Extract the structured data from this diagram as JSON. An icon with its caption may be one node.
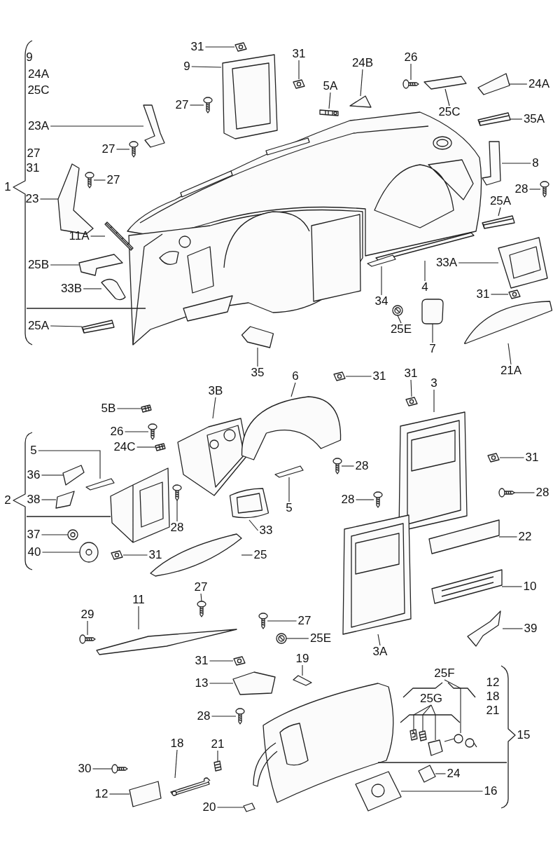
{
  "diagram": {
    "nodes": [
      {
        "text": [
          "31"
        ]
      },
      {
        "text": [
          "9"
        ]
      },
      {
        "text": [
          "27"
        ]
      },
      {
        "text": [
          "31"
        ]
      },
      {
        "text": [
          "5A"
        ]
      },
      {
        "text": [
          "24B"
        ]
      },
      {
        "text": [
          "26"
        ]
      },
      {
        "text": [
          "25C"
        ]
      },
      {
        "text": [
          "24A"
        ]
      },
      {
        "text": [
          "35A"
        ]
      },
      {
        "text": [
          "23A"
        ]
      },
      {
        "text": [
          "27"
        ]
      },
      {
        "text": [
          "27"
        ]
      },
      {
        "text": [
          "8"
        ]
      },
      {
        "text": [
          "28"
        ]
      },
      {
        "text": [
          "23"
        ]
      },
      {
        "text": [
          "25A"
        ]
      },
      {
        "text": [
          "11A"
        ]
      },
      {
        "text": [
          "25B"
        ]
      },
      {
        "text": [
          "33A"
        ]
      },
      {
        "text": [
          "33B"
        ]
      },
      {
        "text": [
          "4"
        ]
      },
      {
        "text": [
          "34"
        ]
      },
      {
        "text": [
          "31"
        ]
      },
      {
        "text": [
          "25E"
        ]
      },
      {
        "text": [
          "7"
        ]
      },
      {
        "text": [
          "25A"
        ]
      },
      {
        "text": [
          "35"
        ]
      },
      {
        "text": [
          "21A"
        ]
      },
      {
        "text": [
          "5B"
        ]
      },
      {
        "text": [
          "3B"
        ]
      },
      {
        "text": [
          "6"
        ]
      },
      {
        "text": [
          "31"
        ]
      },
      {
        "text": [
          "31"
        ]
      },
      {
        "text": [
          "3"
        ]
      },
      {
        "text": [
          "26"
        ]
      },
      {
        "text": [
          "24C"
        ]
      },
      {
        "text": [
          "5"
        ]
      },
      {
        "text": [
          "36"
        ]
      },
      {
        "text": [
          "38"
        ]
      },
      {
        "text": [
          "31"
        ]
      },
      {
        "text": [
          "28"
        ]
      },
      {
        "text": [
          "28"
        ]
      },
      {
        "text": [
          "5"
        ]
      },
      {
        "text": [
          "28"
        ]
      },
      {
        "text": [
          "28"
        ]
      },
      {
        "text": [
          "37"
        ]
      },
      {
        "text": [
          "33"
        ]
      },
      {
        "text": [
          "22"
        ]
      },
      {
        "text": [
          "40"
        ]
      },
      {
        "text": [
          "31"
        ]
      },
      {
        "text": [
          "25"
        ]
      },
      {
        "text": [
          "27"
        ]
      },
      {
        "text": [
          "10"
        ]
      },
      {
        "text": [
          "11"
        ]
      },
      {
        "text": [
          "29"
        ]
      },
      {
        "text": [
          "27"
        ]
      },
      {
        "text": [
          "39"
        ]
      },
      {
        "text": [
          "25E"
        ]
      },
      {
        "text": [
          "3A"
        ]
      },
      {
        "text": [
          "31"
        ]
      },
      {
        "text": [
          "19"
        ]
      },
      {
        "text": [
          "13"
        ]
      },
      {
        "text": [
          "25F"
        ]
      },
      {
        "text": [
          "25G"
        ]
      },
      {
        "text": [
          "28"
        ]
      },
      {
        "text": [
          "18"
        ]
      },
      {
        "text": [
          "21"
        ]
      },
      {
        "text": [
          "30"
        ]
      },
      {
        "text": [
          "24"
        ]
      },
      {
        "text": [
          "12"
        ]
      },
      {
        "text": [
          "16"
        ]
      },
      {
        "text": [
          "20"
        ]
      },
      {
        "text": [],
        "shape": "picture"
      },
      {
        "text": [],
        "shape": "picture"
      },
      {
        "text": [],
        "shape": "picture"
      },
      {
        "text": [],
        "shape": "picture"
      },
      {
        "text": [],
        "shape": "picture"
      },
      {
        "text": [],
        "shape": "picture"
      },
      {
        "text": [],
        "shape": "picture"
      },
      {
        "text": [],
        "shape": "picture"
      },
      {
        "text": [],
        "shape": "picture"
      },
      {
        "text": [],
        "shape": "picture"
      },
      {
        "text": [],
        "shape": "picture"
      },
      {
        "text": [],
        "shape": "picture"
      },
      {
        "text": [],
        "shape": "picture"
      },
      {
        "text": [],
        "shape": "picture"
      },
      {
        "text": [],
        "shape": "picture"
      },
      {
        "text": [],
        "shape": "picture"
      },
      {
        "text": [],
        "shape": "picture"
      },
      {
        "text": [],
        "shape": "picture"
      },
      {
        "text": [],
        "shape": "picture"
      },
      {
        "text": [],
        "shape": "picture"
      },
      {
        "text": [],
        "shape": "picture"
      },
      {
        "text": [],
        "shape": "picture"
      },
      {
        "text": [],
        "shape": "picture"
      },
      {
        "text": [],
        "shape": "picture"
      },
      {
        "text": [],
        "shape": "picture"
      },
      {
        "text": [],
        "shape": "picture"
      },
      {
        "text": [],
        "shape": "picture"
      },
      {
        "text": [],
        "shape": "picture"
      },
      {
        "text": [],
        "shape": "picture"
      },
      {
        "text": [],
        "shape": "picture"
      },
      {
        "text": [],
        "shape": "picture"
      },
      {
        "text": [],
        "shape": "picture"
      },
      {
        "text": [],
        "shape": "picture"
      },
      {
        "text": [],
        "shape": "picture"
      },
      {
        "text": [],
        "shape": "picture"
      },
      {
        "text": [],
        "shape": "picture"
      },
      {
        "text": [],
        "shape": "picture"
      },
      {
        "text": [],
        "shape": "picture"
      },
      {
        "text": [],
        "shape": "picture"
      },
      {
        "text": [],
        "shape": "picture"
      },
      {
        "text": [],
        "shape": "picture"
      },
      {
        "text": [],
        "shape": "picture"
      },
      {
        "text": [],
        "shape": "picture"
      },
      {
        "text": [],
        "shape": "picture"
      },
      {
        "text": [],
        "shape": "picture"
      },
      {
        "text": [],
        "shape": "picture"
      },
      {
        "text": [],
        "shape": "picture"
      },
      {
        "text": [],
        "shape": "picture"
      },
      {
        "text": [],
        "shape": "picture"
      },
      {
        "text": [],
        "shape": "picture"
      },
      {
        "text": [],
        "shape": "picture"
      },
      {
        "text": [],
        "shape": "picture"
      },
      {
        "text": [],
        "shape": "picture"
      },
      {
        "text": [],
        "shape": "picture"
      },
      {
        "text": [],
        "shape": "picture"
      },
      {
        "text": [],
        "shape": "picture"
      },
      {
        "text": [],
        "shape": "picture"
      },
      {
        "text": [],
        "shape": "picture"
      },
      {
        "text": [],
        "shape": "picture"
      },
      {
        "text": [],
        "shape": "picture"
      },
      {
        "text": [],
        "shape": "picture"
      },
      {
        "text": [],
        "shape": "picture"
      },
      {
        "text": [],
        "shape": "picture"
      },
      {
        "text": [],
        "shape": "picture"
      },
      {
        "text": [],
        "shape": "picture"
      },
      {
        "text": [],
        "shape": "picture"
      },
      {
        "text": [],
        "shape": "picture"
      },
      {
        "text": [],
        "shape": "picture"
      },
      {
        "text": [],
        "shape": "picture"
      },
      {
        "text": [],
        "shape": "picture"
      },
      {
        "text": [],
        "shape": "picture"
      },
      {
        "text": [],
        "shape": "picture"
      },
      {
        "text": [],
        "shape": "picture"
      },
      {
        "text": [],
        "shape": "picture"
      },
      {
        "text": [],
        "shape": "picture"
      }
    ],
    "edges": [
      {
        "from": 0,
        "to": 73,
        "arrow": "none"
      },
      {
        "from": 1,
        "to": 74,
        "arrow": "none"
      },
      {
        "from": 2,
        "to": 75,
        "arrow": "none"
      },
      {
        "from": 3,
        "to": 76,
        "arrow": "none"
      },
      {
        "from": 4,
        "to": 77,
        "arrow": "none"
      },
      {
        "from": 5,
        "to": 78,
        "arrow": "none"
      },
      {
        "from": 6,
        "to": 79,
        "arrow": "none"
      },
      {
        "from": 7,
        "to": 80,
        "arrow": "none"
      },
      {
        "from": 8,
        "to": 81,
        "arrow": "none"
      },
      {
        "from": 9,
        "to": 82,
        "arrow": "none"
      },
      {
        "from": 10,
        "to": 83,
        "arrow": "none"
      },
      {
        "from": 11,
        "to": 84,
        "arrow": "none"
      },
      {
        "from": 12,
        "to": 85,
        "arrow": "none"
      },
      {
        "from": 13,
        "to": 86,
        "arrow": "none"
      },
      {
        "from": 14,
        "to": 87,
        "arrow": "none"
      },
      {
        "from": 15,
        "to": 88,
        "arrow": "none"
      },
      {
        "from": 16,
        "to": 89,
        "arrow": "none"
      },
      {
        "from": 17,
        "to": 90,
        "arrow": "none"
      },
      {
        "from": 18,
        "to": 91,
        "arrow": "none"
      },
      {
        "from": 19,
        "to": 92,
        "arrow": "none"
      },
      {
        "from": 20,
        "to": 93,
        "arrow": "none"
      },
      {
        "from": 21,
        "to": 94,
        "arrow": "none"
      },
      {
        "from": 22,
        "to": 95,
        "arrow": "none"
      },
      {
        "from": 23,
        "to": 96,
        "arrow": "none"
      },
      {
        "from": 24,
        "to": 97,
        "arrow": "none"
      },
      {
        "from": 25,
        "to": 98,
        "arrow": "none"
      },
      {
        "from": 26,
        "to": 99,
        "arrow": "none"
      },
      {
        "from": 27,
        "to": 100,
        "arrow": "none"
      },
      {
        "from": 28,
        "to": 101,
        "arrow": "none"
      },
      {
        "from": 29,
        "to": 102,
        "arrow": "none"
      },
      {
        "from": 30,
        "to": 103,
        "arrow": "none"
      },
      {
        "from": 31,
        "to": 104,
        "arrow": "none"
      },
      {
        "from": 32,
        "to": 105,
        "arrow": "none"
      },
      {
        "from": 33,
        "to": 106,
        "arrow": "none"
      },
      {
        "from": 34,
        "to": 107,
        "arrow": "none"
      },
      {
        "from": 35,
        "to": 108,
        "arrow": "none"
      },
      {
        "from": 36,
        "to": 109,
        "arrow": "none"
      },
      {
        "from": 37,
        "to": 110,
        "arrow": "none"
      },
      {
        "from": 38,
        "to": 111,
        "arrow": "none"
      },
      {
        "from": 39,
        "to": 112,
        "arrow": "none"
      },
      {
        "from": 40,
        "to": 113,
        "arrow": "none"
      },
      {
        "from": 41,
        "to": 114,
        "arrow": "none"
      },
      {
        "from": 42,
        "to": 115,
        "arrow": "none"
      },
      {
        "from": 43,
        "to": 116,
        "arrow": "none"
      },
      {
        "from": 44,
        "to": 117,
        "arrow": "none"
      },
      {
        "from": 45,
        "to": 118,
        "arrow": "none"
      },
      {
        "from": 46,
        "to": 119,
        "arrow": "none"
      },
      {
        "from": 47,
        "to": 120,
        "arrow": "none"
      },
      {
        "from": 48,
        "to": 121,
        "arrow": "none"
      },
      {
        "from": 49,
        "to": 122,
        "arrow": "none"
      },
      {
        "from": 50,
        "to": 123,
        "arrow": "none"
      },
      {
        "from": 51,
        "to": 124,
        "arrow": "none"
      },
      {
        "from": 52,
        "to": 125,
        "arrow": "none"
      },
      {
        "from": 53,
        "to": 126,
        "arrow": "none"
      },
      {
        "from": 54,
        "to": 127,
        "arrow": "none"
      },
      {
        "from": 55,
        "to": 128,
        "arrow": "none"
      },
      {
        "from": 56,
        "to": 129,
        "arrow": "none"
      },
      {
        "from": 57,
        "to": 130,
        "arrow": "none"
      },
      {
        "from": 58,
        "to": 131,
        "arrow": "none"
      },
      {
        "from": 59,
        "to": 132,
        "arrow": "none"
      },
      {
        "from": 60,
        "to": 133,
        "arrow": "none"
      },
      {
        "from": 61,
        "to": 134,
        "arrow": "none"
      },
      {
        "from": 62,
        "to": 135,
        "arrow": "none"
      },
      {
        "from": 63,
        "to": 136,
        "arrow": "none"
      },
      {
        "from": 64,
        "to": 137,
        "arrow": "none"
      },
      {
        "from": 64,
        "to": 138,
        "arrow": "none"
      },
      {
        "from": 64,
        "to": 139,
        "arrow": "none"
      },
      {
        "from": 65,
        "to": 140,
        "arrow": "none"
      },
      {
        "from": 66,
        "to": 141,
        "arrow": "none"
      },
      {
        "from": 67,
        "to": 142,
        "arrow": "none"
      },
      {
        "from": 68,
        "to": 143,
        "arrow": "none"
      },
      {
        "from": 69,
        "to": 144,
        "arrow": "none"
      },
      {
        "from": 70,
        "to": 145,
        "arrow": "none"
      },
      {
        "from": 71,
        "to": 146,
        "arrow": "none"
      },
      {
        "from": 72,
        "to": 147,
        "arrow": "none"
      }
    ],
    "labels": [
      "9",
      "24A",
      "25C",
      "27",
      "31",
      "1",
      "2",
      "12",
      "18",
      "21",
      "15"
    ]
  }
}
